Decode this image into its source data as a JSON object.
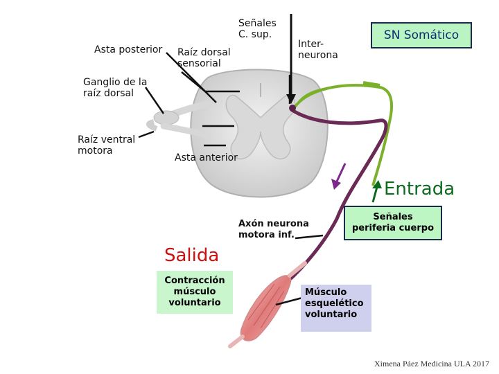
{
  "labels": {
    "senales_sup": "Señales\nC. sup.",
    "asta_posterior": "Asta posterior",
    "raiz_dorsal": "Raíz dorsal\nsensorial",
    "interneurona": "Inter-\nneurona",
    "ganglio": "Ganglio de la\nraíz dorsal",
    "raiz_ventral": "Raíz ventral\nmotora",
    "asta_anterior": "Asta anterior",
    "axon": "Axón neurona\nmotora inf.",
    "musculo": "Músculo\nesquelético\nvoluntario"
  },
  "boxes": {
    "sn_somatico": "SN Somático",
    "senales_periferia": "Señales\nperiferia cuerpo",
    "contraccion": "Contracción\nmúsculo\nvoluntario"
  },
  "headings": {
    "entrada": "Entrada",
    "salida": "Salida"
  },
  "credit": "Ximena Páez Medicina ULA 2017",
  "colors": {
    "sensory_path": "#7ab02a",
    "motor_path": "#6b2a55",
    "salida": "#cc1010",
    "entrada": "#0c6a1e"
  }
}
